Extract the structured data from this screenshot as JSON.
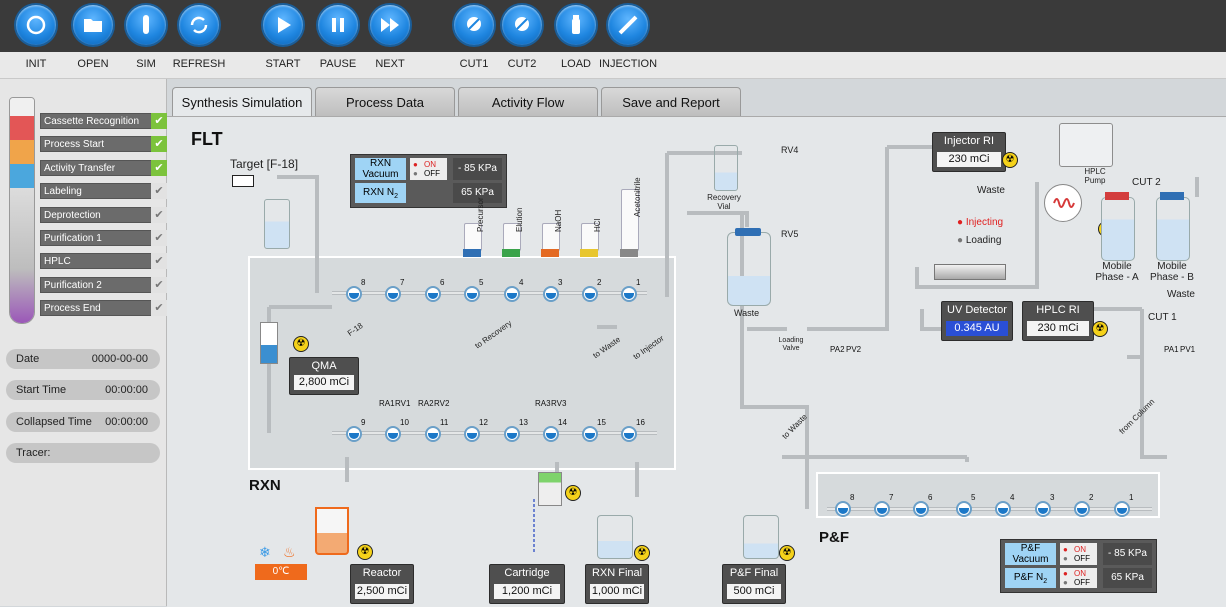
{
  "toolbar": {
    "buttons": [
      {
        "label": "INIT",
        "icon": "refresh-icon"
      },
      {
        "label": "OPEN",
        "icon": "folder-icon"
      },
      {
        "label": "SIM",
        "icon": "test-tube-icon"
      },
      {
        "label": "REFRESH",
        "icon": "refresh-cycle-icon"
      },
      {
        "label": "START",
        "icon": "play-icon"
      },
      {
        "label": "PAUSE",
        "icon": "pause-icon"
      },
      {
        "label": "NEXT",
        "icon": "fast-forward-icon"
      },
      {
        "label": "CUT1",
        "icon": "cut1-icon",
        "badge": "CUT1"
      },
      {
        "label": "CUT2",
        "icon": "cut2-icon",
        "badge": "CUT2"
      },
      {
        "label": "LOAD",
        "icon": "vial-icon"
      },
      {
        "label": "INJECTION",
        "icon": "syringe-icon"
      }
    ]
  },
  "tabs": [
    "Synthesis Simulation",
    "Process Data",
    "Activity Flow",
    "Save and Report"
  ],
  "steps": [
    {
      "label": "Cassette Recognition",
      "done": true
    },
    {
      "label": "Process Start",
      "done": true
    },
    {
      "label": "Activity Transfer",
      "done": true
    },
    {
      "label": "Labeling",
      "done": false
    },
    {
      "label": "Deprotection",
      "done": false
    },
    {
      "label": "Purification 1",
      "done": false
    },
    {
      "label": "HPLC",
      "done": false
    },
    {
      "label": "Purification 2",
      "done": false
    },
    {
      "label": "Process End",
      "done": false
    }
  ],
  "info": {
    "date_label": "Date",
    "date_value": "0000-00-00",
    "start_label": "Start Time",
    "start_value": "00:00:00",
    "collapsed_label": "Collapsed Time",
    "collapsed_value": "00:00:00",
    "tracer_label": "Tracer:",
    "tracer_value": ""
  },
  "diagram": {
    "title": "FLT",
    "rxn_label": "RXN",
    "pf_label": "P&F",
    "target": "Target [F-18]",
    "rxn_vacuum": {
      "label": "RXN Vacuum",
      "on": "ON",
      "off": "OFF",
      "value": "- 85 KPa"
    },
    "rxn_n2": {
      "label": "RXN N",
      "sub": "2",
      "value": "65 KPa"
    },
    "pf_vacuum": {
      "label": "P&F Vacuum",
      "on": "ON",
      "off": "OFF",
      "value": "- 85 KPa"
    },
    "pf_n2": {
      "label": "P&F N",
      "sub": "2",
      "value": "65 KPa"
    },
    "reagents": [
      "Precursor",
      "Elution",
      "NaOH",
      "HCl",
      "Acetonitrile"
    ],
    "recovery_vial": "Recovery Vial",
    "rv4": "RV4",
    "rv5": "RV5",
    "waste": "Waste",
    "loading_valve": "Loading Valve",
    "qma": {
      "title": "QMA",
      "value": "2,800 mCi"
    },
    "reactor": {
      "title": "Reactor",
      "value": "2,500 mCi"
    },
    "cartridge": {
      "title": "Cartridge",
      "value": "1,200 mCi"
    },
    "rxn_final": {
      "title": "RXN Final",
      "value": "1,000 mCi"
    },
    "pf_final": {
      "title": "P&F Final",
      "value": "500 mCi"
    },
    "injector_ri": {
      "title": "Injector RI",
      "value": "230 mCi"
    },
    "uv_detector": {
      "title": "UV Detector",
      "value": "0.345 AU"
    },
    "hplc_ri": {
      "title": "HPLC RI",
      "value": "230 mCi"
    },
    "temp": "0℃",
    "injecting": "Injecting",
    "loading": "Loading",
    "hplc_pump": "HPLC Pump",
    "mobile_a": "Mobile Phase - A",
    "mobile_b": "Mobile Phase - B",
    "cut1": "CUT 1",
    "cut2": "CUT 2",
    "waste2": "Waste",
    "waste3": "Waste",
    "ra1": "RA1",
    "rv1": "RV1",
    "ra2": "RA2",
    "rv2": "RV2",
    "ra3": "RA3",
    "rv3": "RV3",
    "pa1": "PA1",
    "pv1": "PV1",
    "pa2": "PA2",
    "pv2": "PV2",
    "f18": "F-18",
    "to_recovery": "to Recovery",
    "to_waste": "to Waste",
    "to_injector": "to Injector",
    "to_waste2": "to Waste",
    "from_column": "from Column",
    "top_nums": [
      "8",
      "7",
      "6",
      "5",
      "4",
      "3",
      "2",
      "1"
    ],
    "mid_nums": [
      "9",
      "10",
      "11",
      "12",
      "13",
      "14",
      "15",
      "16"
    ],
    "pf_nums": [
      "8",
      "7",
      "6",
      "5",
      "4",
      "3",
      "2",
      "1"
    ]
  }
}
